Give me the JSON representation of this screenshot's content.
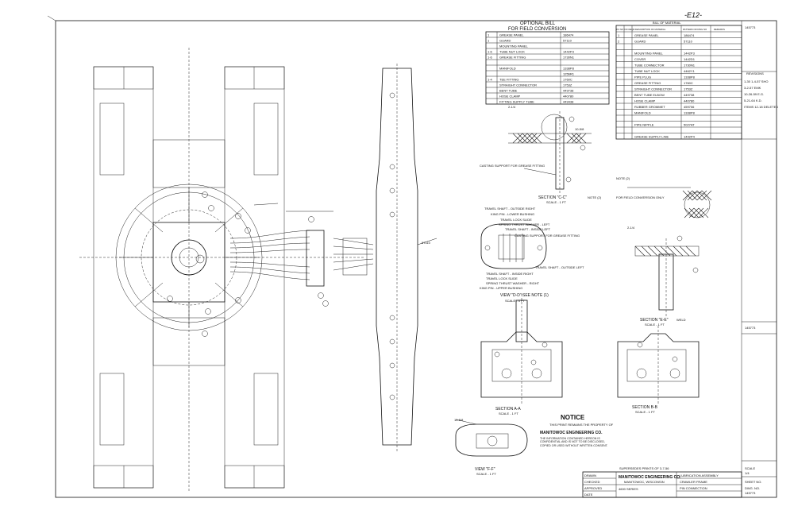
{
  "sheet_code": "-E12-",
  "optional_bill": {
    "title": "OPTIONAL BILL",
    "subtitle": "FOR FIELD CONVERSION",
    "rows": [
      {
        "qty": "1",
        "item": "GREASE PANEL",
        "part": "186474"
      },
      {
        "qty": "1",
        "item": "GUARD",
        "part": "57110"
      },
      {
        "qty": "",
        "item": "MOUNTING PANEL",
        "part": ""
      },
      {
        "qty": "1-6",
        "item": "TUBE NUT LOCK",
        "part": "1442P3"
      },
      {
        "qty": "1-6",
        "item": "GREASE FITTING",
        "part": "1730N1"
      },
      {
        "qty": "",
        "item": "",
        "part": ""
      },
      {
        "qty": "",
        "item": "MANIFOLD",
        "part": "1338P8"
      },
      {
        "qty": "",
        "item": "",
        "part": "1256R1"
      },
      {
        "qty": "1-4",
        "item": "TEE FITTING",
        "part": "1760C"
      },
      {
        "qty": "",
        "item": "STRAIGHT CONNECTOR",
        "part": "1753Z"
      },
      {
        "qty": "",
        "item": "BENT TUBE",
        "part": "449738"
      },
      {
        "qty": "",
        "item": "HOSE CLAMP",
        "part": "440780"
      },
      {
        "qty": "",
        "item": "FITTING SUPPLY TUBE",
        "part": "449438"
      }
    ]
  },
  "bill_of_material": {
    "title": "BILL OF MATERIAL",
    "headers": [
      "PC NO",
      "NO REQD",
      "DESCRIPTION OF MATERIAL",
      "PATTERN OR DWG NO",
      "REMARKS"
    ],
    "rows": [
      {
        "pc": "1",
        "item": "GREASE PANEL",
        "part": "186474"
      },
      {
        "pc": "2",
        "item": "GUARD",
        "part": "57110"
      },
      {
        "pc": "",
        "item": "",
        "part": ""
      },
      {
        "pc": "",
        "item": "MOUNTING PANEL",
        "part": "1442P3"
      },
      {
        "pc": "",
        "item": "COVER",
        "part": "1442D1"
      },
      {
        "pc": "",
        "item": "TUBE CONNECTOR",
        "part": "1730N1"
      },
      {
        "pc": "",
        "item": "TUBE NUT LOCK",
        "part": "4462Y1"
      },
      {
        "pc": "",
        "item": "PIPE PLUG",
        "part": "1338P8"
      },
      {
        "pc": "",
        "item": "GREASE FITTING",
        "part": "1760C"
      },
      {
        "pc": "",
        "item": "STRAIGHT CONNECTOR",
        "part": "1753Z"
      },
      {
        "pc": "",
        "item": "BENT TUBE ELBOW",
        "part": "449738"
      },
      {
        "pc": "",
        "item": "HOSE CLAMP",
        "part": "440780"
      },
      {
        "pc": "",
        "item": "RUBBER GROMMET",
        "part": "459706"
      },
      {
        "pc": "",
        "item": "MANIFOLD",
        "part": "1338P8"
      },
      {
        "pc": "",
        "item": "",
        "part": ""
      },
      {
        "pc": "",
        "item": "PIPE NIPPLE",
        "part": "5027AT"
      },
      {
        "pc": "",
        "item": "",
        "part": ""
      },
      {
        "pc": "",
        "item": "GREASE SUPPLY LINE",
        "part": "1442P4"
      }
    ]
  },
  "revisions": {
    "label": "REVISIONS",
    "entries": [
      "1-30 1-4-57 SHO",
      "3-2-57 EMK",
      "10-26-59 E.G.",
      "5-21-64 K.D.",
      "ITEMS 12-18 DELETED"
    ]
  },
  "views": {
    "section_cc": "SECTION \"C-C\"",
    "section_cc_scale": "SCALE - 1 FT",
    "view_dd": "VIEW \"D-D\" SEE NOTE (1)",
    "view_dd_scale": "SCALE - 3 FT",
    "section_ee": "SECTION \"E-E\"",
    "section_ee_scale": "SCALE - 1 FT",
    "section_aa": "SECTION A-A",
    "section_aa_scale": "SCALE - 1 FT",
    "section_bb": "SECTION B-B",
    "section_bb_scale": "SCALE - 1 FT",
    "view_ff": "VIEW \"F-F\"",
    "view_ff_scale": "SCALE - 1 FT"
  },
  "callouts": {
    "casting_support": "CASTING SUPPORT FOR GREASE FITTING",
    "casting_support_2": "CASTING SUPPORT FOR GREASE FITTING",
    "travel_shaft_outside_right": "TRAVEL SHAFT - OUTSIDE RIGHT",
    "king_pin_lower_bushing": "KING PIN - LOWER BUSHING",
    "travel_lock_slide": "TRAVEL LOCK SLIDE",
    "spring_thrust_washer_left": "SPRING THRUST WASHER - LEFT",
    "travel_shaft_inside_left": "TRAVEL SHAFT - INSIDE LEFT",
    "travel_shaft_outside_left": "TRAVEL SHAFT - OUTSIDE LEFT",
    "travel_shaft_inside_right": "TRAVEL SHAFT - INSIDE RIGHT",
    "travel_lock_slide_2": "TRAVEL LOCK SLIDE",
    "spring_thrust_washer_right": "SPRING THRUST WASHER - RIGHT",
    "king_pin_upper_bushing": "KING PIN - UPPER BUSHING",
    "note_2": "NOTE (2)",
    "note_2_text": "FOR FIELD CONVERSION ONLY",
    "weld_tag": "WELD",
    "dim_10": "10-5/8",
    "dim_2": "2-1/4"
  },
  "notice": {
    "title": "NOTICE",
    "line1": "THIS PRINT REMAINS THE PROPERTY OF",
    "company": "MANITOWOC ENGINEERING CO.",
    "body": "THE INFORMATION CONTAINED HEREON IS CONFIDENTIAL AND IS NOT TO BE DISCLOSED, COPIED OR USED WITHOUT WRITTEN CONSENT."
  },
  "title_block": {
    "supersedes": "SUPERSEDES PRINTS OF 3-7-56",
    "company": "MANITOWOC ENGINEERING CO.",
    "location": "MANITOWOC, WISCONSIN",
    "title1": "LUBRICATION ASSEMBLY",
    "title2": "CRAWLER FRAME",
    "model": "4600 SERIES",
    "ref": "PIN CONNECTION",
    "drawn_label": "DRAWN",
    "checked_label": "CHECKED",
    "approved_label": "APPROVED",
    "date_label": "DATE",
    "dwg_no_label": "DWG. NO.",
    "dwg_no": "145773",
    "sheet_label": "SHEET NO.",
    "scale_label": "SCALE",
    "scale": "1/4"
  },
  "side_labels": {
    "dwg_no_top": "145773",
    "part_no": "145773"
  }
}
